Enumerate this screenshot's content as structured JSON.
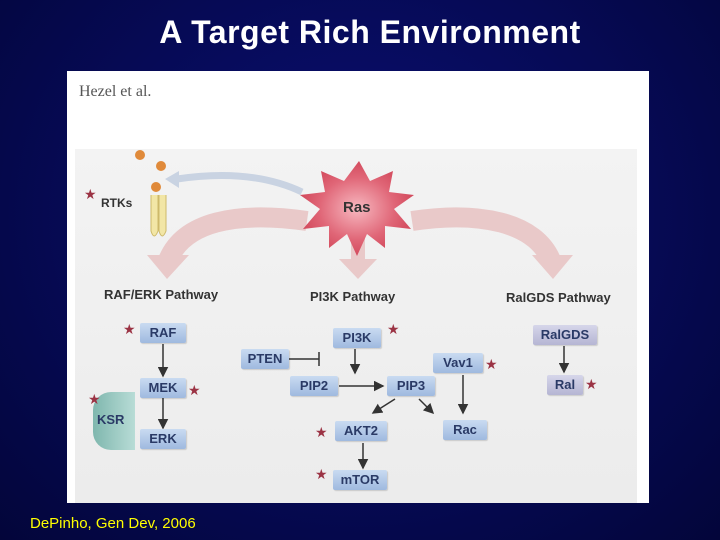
{
  "slide": {
    "title": "A Target Rich Environment",
    "citation": "DePinho, Gen Dev, 2006"
  },
  "figure": {
    "author": "Hezel et al.",
    "center": "Ras",
    "receptor": "RTKs",
    "pathways": [
      {
        "name": "RAF/ERK Pathway"
      },
      {
        "name": "PI3K  Pathway"
      },
      {
        "name": "RalGDS Pathway"
      }
    ],
    "nodes": {
      "raf": "RAF",
      "mek": "MEK",
      "erk": "ERK",
      "ksr": "KSR",
      "pten": "PTEN",
      "pi3k": "PI3K",
      "pip2": "PIP2",
      "pip3": "PIP3",
      "akt2": "AKT2",
      "mtor": "mTOR",
      "vav1": "Vav1",
      "rac": "Rac",
      "ralgds": "RalGDS",
      "ral": "Ral"
    },
    "colors": {
      "ras_burst": "#d64a5e",
      "curved_arrows": "#e9c9c9",
      "node_blue": "#b2c9ea",
      "star": "#9b3344"
    }
  }
}
